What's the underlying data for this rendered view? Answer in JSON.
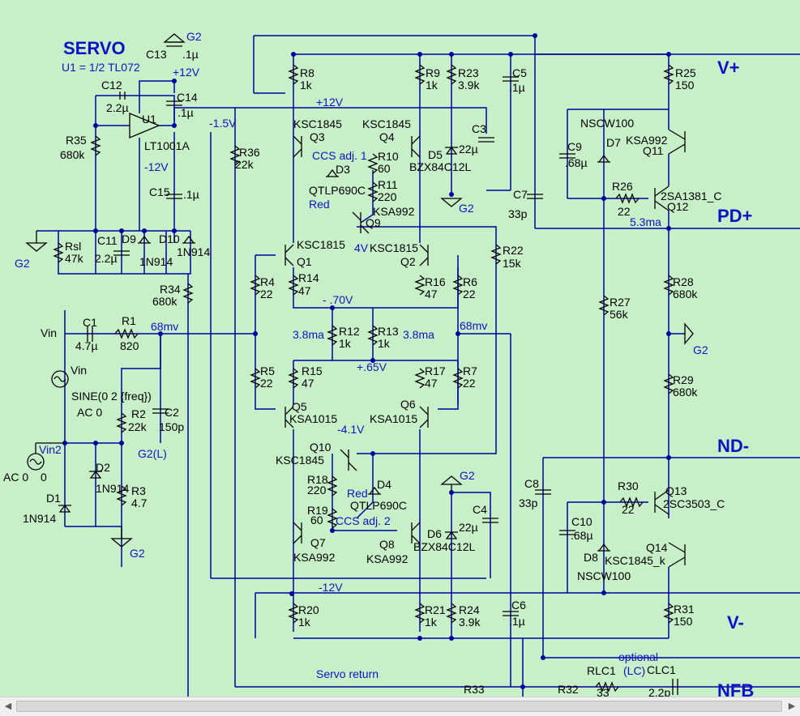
{
  "title": "SERVO",
  "subtitle": "U1 = 1/2 TL072",
  "nets": {
    "vplus": "V+",
    "pdplus": "PD+",
    "ndminus": "ND-",
    "vminus": "V-",
    "nfb": "NFB",
    "g2": "G2",
    "g2l": "G2(L)",
    "vin": "Vin",
    "vin2": "Vin2",
    "p12": "+12V",
    "m12": "-12V",
    "m15": "-1.5V",
    "servo_return": "Servo return",
    "optional": "optional",
    "lc": "(LC)"
  },
  "annotations": {
    "mv68a": "68mv",
    "mv68b": "68mv",
    "v70": "- .70V",
    "v65": "+.65V",
    "v41": "-4.1V",
    "v4": "4V",
    "ma38a": "3.8ma",
    "ma38b": "3.8ma",
    "ma53": "5.3ma",
    "ccs1": "CCS adj. 1",
    "ccs2": "CCS adj. 2",
    "red1": "Red",
    "red2": "Red"
  },
  "components": {
    "C13": "C13",
    "C13v": ".1µ",
    "C12": "C12",
    "C12v": "2.2µ",
    "C14": "C14",
    "C14v": ".1µ",
    "U1": "U1",
    "U1v": "LT1001A",
    "R35": "R35",
    "R35v": "680k",
    "R36": "R36",
    "R36v": "22k",
    "C15": "C15",
    "C15v": ".1µ",
    "Rsl": "Rsl",
    "Rslv": "47k",
    "C11": "C11",
    "C11v": "2.2µ",
    "D9": "D9",
    "D9v": "1N914",
    "D10": "D10",
    "D10v": "1N914",
    "R34": "R34",
    "R34v": "680k",
    "C1": "C1",
    "C1v": "4.7µ",
    "R1": "R1",
    "R1v": "820",
    "VinSrc": "Vin",
    "sine": "SINE(0 2 {freq})",
    "ac0": "AC 0",
    "R2": "R2",
    "R2v": "22k",
    "C2": "C2",
    "C2v": "150p",
    "D2": "D2",
    "D2v": "1N914",
    "R3": "R3",
    "R3v": "4.7",
    "D1": "D1",
    "D1v": "1N914",
    "ac0b": "AC 0",
    "zero": "0",
    "R8": "R8",
    "R8v": "1k",
    "R9": "R9",
    "R9v": "1k",
    "R23": "R23",
    "R23v": "3.9k",
    "C5": "C5",
    "C5v": ".1µ",
    "Q3": "Q3",
    "Q3v": "KSC1845",
    "Q4": "Q4",
    "Q4v": "KSC1845",
    "R10": "R10",
    "R10v": "60",
    "D5": "D5",
    "D5v": "BZX84C12L",
    "C3": "C3",
    "C3v": "22µ",
    "D3": "D3",
    "D3v": "QTLP690C",
    "R11": "R11",
    "R11v": "220",
    "Q9": "Q9",
    "Q9v": "KSA992",
    "Q1": "Q1",
    "Q1v": "KSC1815",
    "Q2": "Q2",
    "Q2v": "KSC1815",
    "R22": "R22",
    "R22v": "15k",
    "R4": "R4",
    "R4v": "22",
    "R14": "R14",
    "R14v": "47",
    "R16": "R16",
    "R16v": "47",
    "R6": "R6",
    "R6v": "22",
    "R12": "R12",
    "R12v": "1k",
    "R13": "R13",
    "R13v": "1k",
    "R5": "R5",
    "R5v": "22",
    "R15": "R15",
    "R15v": "47",
    "R17": "R17",
    "R17v": "47",
    "R7": "R7",
    "R7v": "22",
    "Q5": "Q5",
    "Q5v": "KSA1015",
    "Q6": "Q6",
    "Q6v": "KSA1015",
    "Q10": "Q10",
    "Q10v": "KSC1845",
    "R18": "R18",
    "R18v": "220",
    "D4": "D4",
    "D4v": "QTLP690C",
    "R19": "R19",
    "R19v": "60",
    "C4": "C4",
    "C4v": "22µ",
    "D6": "D6",
    "D6v": "BZX84C12L",
    "Q7": "Q7",
    "Q7v": "KSA992",
    "Q8": "Q8",
    "Q8v": "KSA992",
    "R20": "R20",
    "R20v": "1k",
    "R21": "R21",
    "R21v": "1k",
    "R24": "R24",
    "R24v": "3.9k",
    "C6": "C6",
    "C6v": ".1µ",
    "R25": "R25",
    "R25v": "150",
    "C9": "C9",
    "C9v": ".68µ",
    "NSCW1": "NSCW100",
    "D7": "D7",
    "Q11": "Q11",
    "Q11v": "KSA992",
    "R26": "R26",
    "R26v": "22",
    "Q12": "Q12",
    "Q12v": "2SA1381_C",
    "C7": "C7",
    "C7v": "33p",
    "R28": "R28",
    "R28v": "680k",
    "R27": "R27",
    "R27v": "56k",
    "R29": "R29",
    "R29v": "680k",
    "C8": "C8",
    "C8v": "33p",
    "R30": "R30",
    "R30v": "22",
    "Q13": "Q13",
    "Q13v": "2SC3503_C",
    "C10": "C10",
    "C10v": ".68µ",
    "D8": "D8",
    "Q14": "Q14",
    "Q14v": "KSC1845_k",
    "NSCW2": "NSCW100",
    "R31": "R31",
    "R31v": "150",
    "R33": "R33",
    "R32": "R32",
    "RLC1": "RLC1",
    "RLC1v": "33",
    "CLC1": "CLC1",
    "CLC1v": "2.2p"
  },
  "colors": {
    "background": "#c8f0c8",
    "wire": "#0000a0",
    "net_label": "#1010c8",
    "component": "#000000"
  }
}
